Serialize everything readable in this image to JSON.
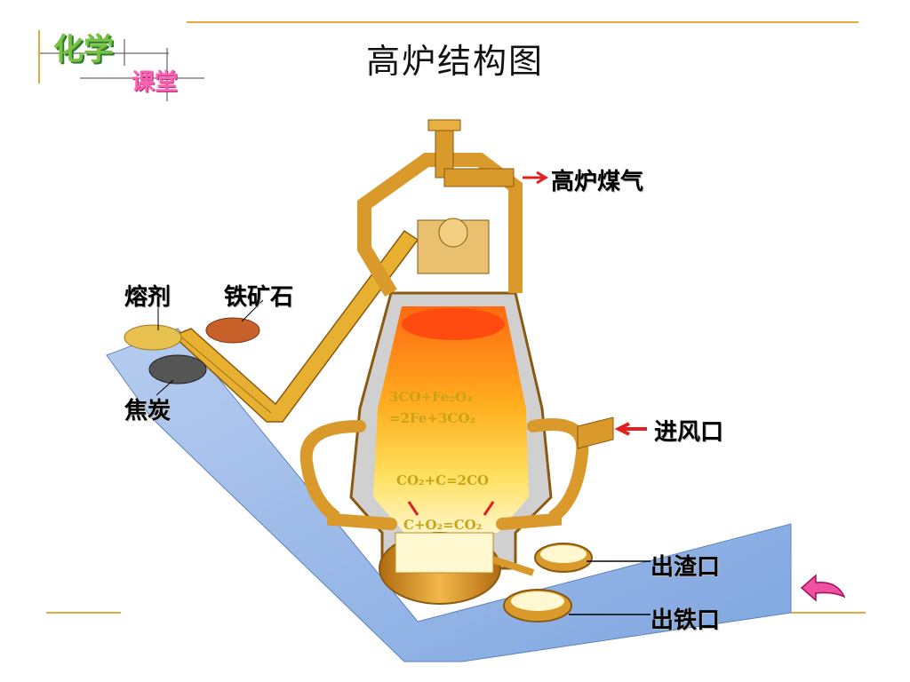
{
  "title": "高炉结构图",
  "logo": {
    "line1": "化学",
    "line2": "课堂"
  },
  "labels": {
    "flux": "熔剂",
    "iron_ore": "铁矿石",
    "coke": "焦炭",
    "blast_gas": "高炉煤气",
    "air_inlet": "进风口",
    "slag_outlet": "出渣口",
    "iron_outlet": "出铁口"
  },
  "equations": {
    "eq1_line1": "3CO+Fe₂O₃",
    "eq1_line2": "=2Fe+3CO₂",
    "eq2": "CO₂+C=2CO",
    "eq3": "C+O₂=CO₂"
  },
  "nav": {
    "back_icon": "back-arrow-icon"
  },
  "colors": {
    "accent_line": "#e8a838",
    "belt": "#8fb3e6",
    "furnace_shell": "#d99a2b",
    "hot_core": "#ff7a10"
  }
}
